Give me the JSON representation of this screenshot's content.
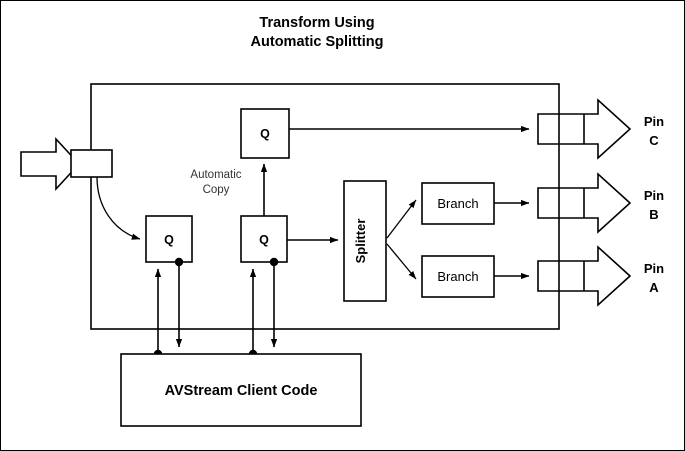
{
  "title": {
    "line1": "Transform Using",
    "line2": "Automatic Splitting"
  },
  "diagram": {
    "input": {
      "name": "input-arrow",
      "label": ""
    },
    "input_pin_block": {
      "label": ""
    },
    "note": {
      "line1": "Automatic",
      "line2": "Copy"
    },
    "queues": [
      {
        "id": "q-top",
        "label": "Q"
      },
      {
        "id": "q-left",
        "label": "Q"
      },
      {
        "id": "q-middle",
        "label": "Q"
      }
    ],
    "splitter": {
      "label": "Splitter"
    },
    "branches": [
      {
        "id": "branch-upper",
        "label": "Branch"
      },
      {
        "id": "branch-lower",
        "label": "Branch"
      }
    ],
    "pins": [
      {
        "id": "pin-c",
        "line1": "Pin",
        "line2": "C"
      },
      {
        "id": "pin-b",
        "line1": "Pin",
        "line2": "B"
      },
      {
        "id": "pin-a",
        "line1": "Pin",
        "line2": "A"
      }
    ],
    "client": {
      "label": "AVStream Client Code"
    },
    "colors": {
      "stroke": "#000000",
      "fill": "#ffffff",
      "note_text": "#333333"
    }
  }
}
